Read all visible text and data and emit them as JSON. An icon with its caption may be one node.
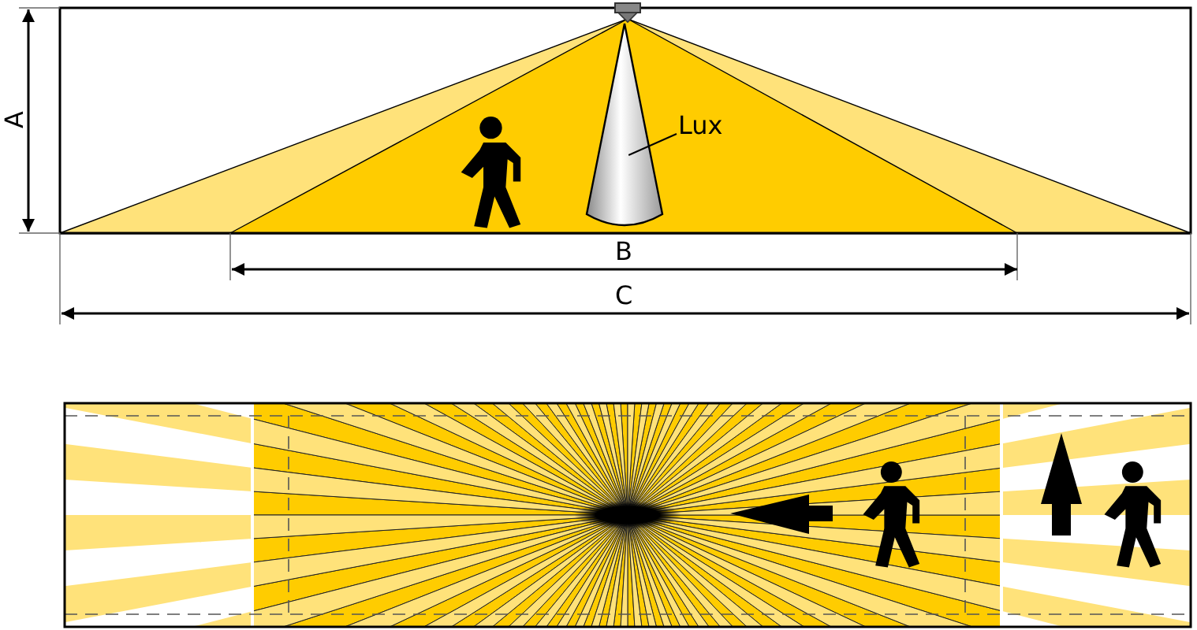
{
  "diagram": {
    "nodes": [
      {
        "text": [
          "Lux"
        ]
      },
      {
        "text": [],
        "shape": "cone"
      }
    ],
    "edges": [
      {
        "from": 0,
        "to": 1,
        "arrow": "none"
      }
    ],
    "labels": [
      "A",
      "B",
      "C"
    ]
  }
}
